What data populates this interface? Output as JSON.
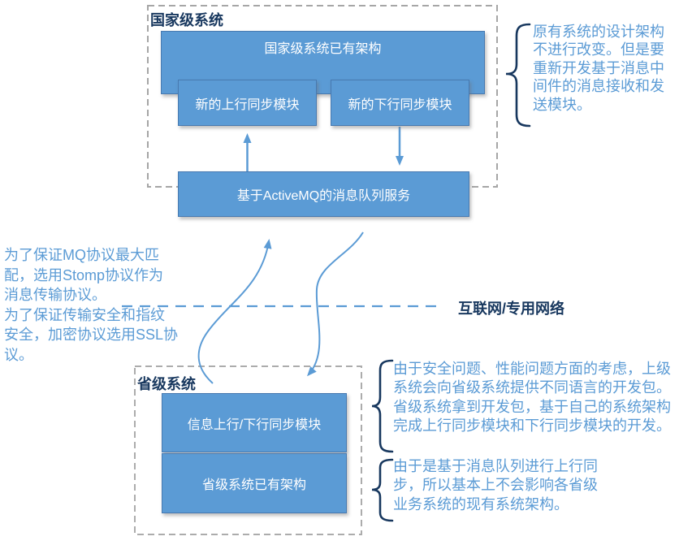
{
  "diagram": {
    "national": {
      "label": "国家级系统",
      "existing_architecture": "国家级系统已有架构",
      "uplink_module": "新的上行同步模块",
      "downlink_module": "新的下行同步模块",
      "mq_service": "基于ActiveMQ的消息队列服务"
    },
    "network": {
      "label": "互联网/专用网络"
    },
    "provincial": {
      "label": "省级系统",
      "sync_module": "信息上行/下行同步模块",
      "existing_architecture": "省级系统已有架构"
    },
    "notes": {
      "national_note": "原有系统的设计架构\n不进行改变。但是要\n重新开发基于消息中\n间件的消息接收和发\n送模块。",
      "protocol_note": "为了保证MQ协议最大匹\n配，选用Stomp协议作为\n消息传输协议。\n为了保证传输安全和指纹\n安全，加密协议选用SSL协\n议。",
      "provincial_note_dev": "由于安全问题、性能问题方面的考虑，上级\n系统会向省级系统提供不同语言的开发包。\n省级系统拿到开发包，基于自己的系统架构\n完成上行同步模块和下行同步模块的开发。",
      "provincial_note_impact": "由于是基于消息队列进行上行同\n步，所以基本上不会影响各省级\n业务系统的现有系统架构。"
    },
    "colors": {
      "box_fill": "#5B9BD5",
      "box_border": "#4779B0",
      "box_text": "#FFFFFF",
      "annotation_text": "#5B9BD5",
      "section_label_text": "#17375E",
      "frame_dash": "#A6A6A6",
      "arrow": "#5B9BD5",
      "brace": "#17375E"
    }
  }
}
